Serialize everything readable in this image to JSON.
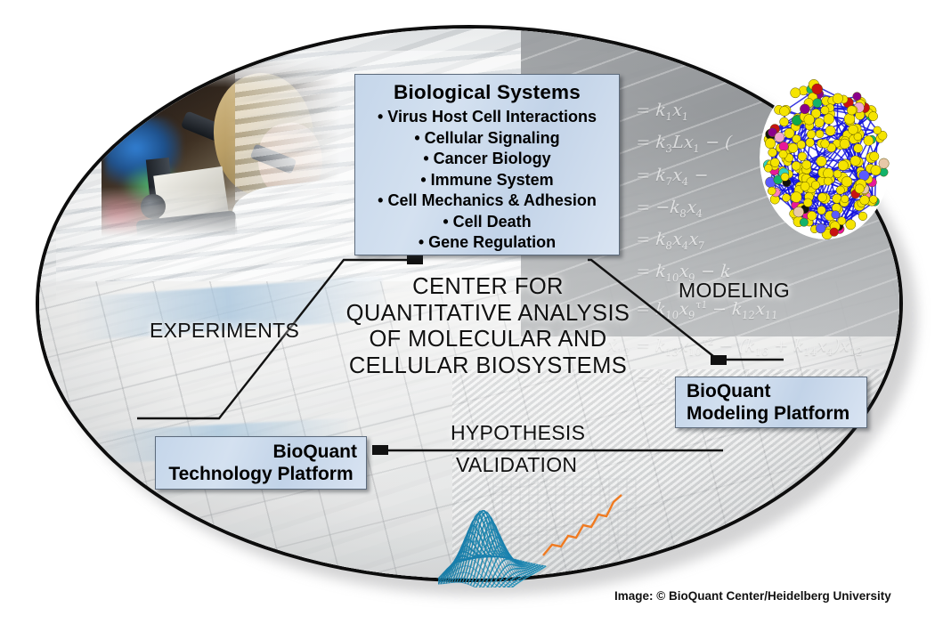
{
  "figure": {
    "title": "Center for Quantitative Analysis of Molecular and Cellular Biosystems",
    "credit": "Image: © BioQuant Center/Heidelberg University"
  },
  "center": {
    "line1": "CENTER FOR",
    "line2": "QUANTITATIVE ANALYSIS",
    "line3": "OF MOLECULAR AND",
    "line4": "CELLULAR BIOSYSTEMS"
  },
  "cycle_labels": {
    "experiments": "EXPERIMENTS",
    "modeling": "MODELING",
    "hypothesis": "HYPOTHESIS",
    "validation": "VALIDATION"
  },
  "biological_systems_box": {
    "title": "Biological Systems",
    "items": [
      "• Virus Host Cell Interactions",
      "• Cellular Signaling",
      "• Cancer Biology",
      "• Immune System",
      "• Cell Mechanics & Adhesion",
      "• Cell Death",
      "• Gene Regulation"
    ]
  },
  "technology_platform_box": {
    "line1": "BioQuant",
    "line2": "Technology Platform"
  },
  "modeling_platform_box": {
    "line1": "BioQuant",
    "line2": "Modeling Platform"
  },
  "equations": [
    {
      "lhs": "=",
      "rhs_html": "k<sub>1</sub>x<sub>1</sub>"
    },
    {
      "lhs": "=",
      "rhs_html": "k<sub>3</sub>Lx<sub>1</sub> − ("
    },
    {
      "lhs": "=",
      "rhs_html": "k<sub>7</sub>x<sub>4</sub> −"
    },
    {
      "lhs": "=",
      "rhs_html": "−k<sub>8</sub>x<sub>4</sub>"
    },
    {
      "lhs": "=",
      "rhs_html": "k<sub>8</sub>x<sub>4</sub>x<sub>7</sub>"
    },
    {
      "lhs": "=",
      "rhs_html": "k<sub>10</sub>x<sub>9</sub> − k"
    },
    {
      "lhs": "=",
      "rhs_html": "k<sub>10</sub>x<sub>9</sub><sup>τ1</sup> − k<sub>12</sub>x<sub>11</sub>"
    },
    {
      "lhs": "ẋ<sub>12</sub>  =",
      "rhs_html": "k<sub>13</sub>x<sub>10</sub><sup>τ2</sup> − (k<sub>16</sub> + k<sub>14</sub>x<sub>4</sub>)x<sub>12</sub>"
    },
    {
      "lhs": "=",
      "rhs_html": "k<sub>14</sub>x<sub>4</sub>x<sub>12</sub> − k<sub>15</sub>x<sub>13</sub>"
    }
  ],
  "colors": {
    "box_fill": "#cbdaec",
    "box_border": "#5d6b7c",
    "ellipse_border": "#0d0d0d",
    "network_node": "#f5e400",
    "network_edge": "#1414dc",
    "surface": "#1f87b4",
    "surface_line": "#f07a20"
  },
  "graphics": {
    "photo_alt": "scientist-at-microscope",
    "network_alt": "network-graph-sphere",
    "surface_alt": "3d-gaussian-surface-plot"
  }
}
